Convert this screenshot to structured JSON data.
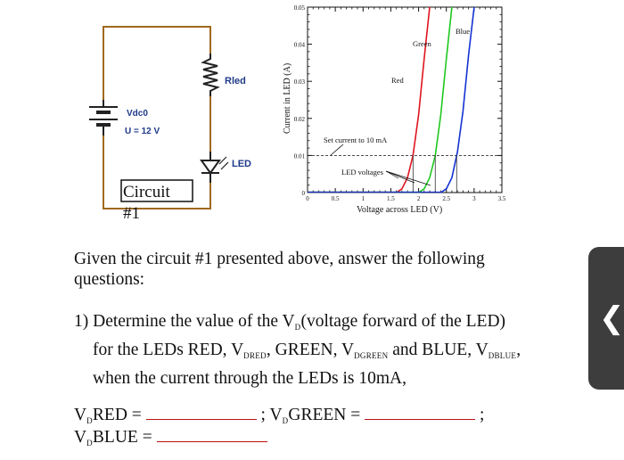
{
  "circuit": {
    "resistor_label": "Rled",
    "source_name": "Vdc0",
    "source_value": "U = 12 V",
    "led_label": "LED",
    "caption_line1": "Circuit",
    "caption_line2": "#1"
  },
  "graph": {
    "ylabel": "Current in LED (A)",
    "xlabel": "Voltage across LED (V)",
    "set_current_label": "Set current to 10 mA",
    "led_voltages_label": "LED voltages",
    "y_ticks": [
      "0",
      "0.01",
      "0.02",
      "0.03",
      "0.04",
      "0.05"
    ],
    "x_ticks": [
      "0",
      "0.5",
      "1",
      "1.5",
      "2",
      "2.5",
      "3",
      "3.5"
    ],
    "curve_labels": {
      "red": "Red",
      "green": "Green",
      "blue": "Blue"
    },
    "colors": {
      "red": "#e0141e",
      "green": "#1ec81e",
      "blue": "#1432d2"
    }
  },
  "chart_data": {
    "type": "line",
    "xlabel": "Voltage across LED (V)",
    "ylabel": "Current in LED (A)",
    "xlim": [
      0,
      3.5
    ],
    "ylim": [
      0,
      0.05
    ],
    "series": [
      {
        "name": "Red",
        "x": [
          1.6,
          1.7,
          1.8,
          1.9,
          2.0,
          2.1,
          2.2
        ],
        "y": [
          0,
          0.001,
          0.004,
          0.01,
          0.021,
          0.036,
          0.05
        ]
      },
      {
        "name": "Green",
        "x": [
          2.0,
          2.1,
          2.2,
          2.3,
          2.4,
          2.5,
          2.6
        ],
        "y": [
          0,
          0.001,
          0.004,
          0.01,
          0.021,
          0.036,
          0.05
        ]
      },
      {
        "name": "Blue",
        "x": [
          2.4,
          2.5,
          2.6,
          2.7,
          2.8,
          2.9,
          3.0
        ],
        "y": [
          0,
          0.001,
          0.004,
          0.011,
          0.022,
          0.037,
          0.05
        ]
      }
    ],
    "reference_line": {
      "y": 0.01
    }
  },
  "text": {
    "intro_line1": "Given the circuit #1 presented above, answer the following",
    "intro_line2": "questions:",
    "q1_a": "1) Determine the value of the V",
    "q1_a_sub": "D",
    "q1_b": "(voltage forward of the LED)",
    "q1_c": "for the LEDs RED, V",
    "q1_c_sub": "DRED",
    "q1_d": ", GREEN, V",
    "q1_d_sub": "DGREEN",
    "q1_e": " and BLUE, V",
    "q1_e_sub": "DBLUE",
    "q1_f": ",",
    "q1_g": "when the current through the LEDs is 10mA,",
    "ans_v": "V",
    "ans_sub": "D",
    "ans_red": "RED =",
    "ans_green": "GREEN =",
    "ans_blue": "BLUE =",
    "ans_sep": "; V",
    "ans_end": ";"
  },
  "side_tab": {
    "icon": "chevron-left-icon",
    "glyph": "❮"
  }
}
